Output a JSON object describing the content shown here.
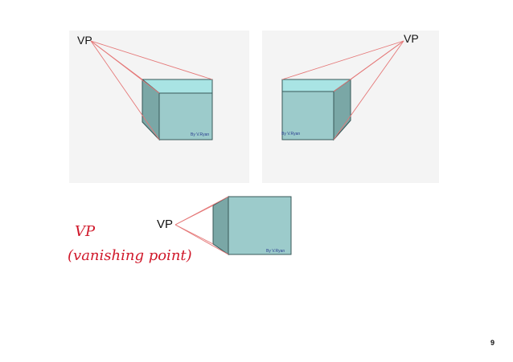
{
  "diagram_top_left": {
    "vp_label": "VP",
    "credit": "By V.Ryan"
  },
  "diagram_top_right": {
    "vp_label": "VP",
    "credit": "By V.Ryan"
  },
  "diagram_bottom": {
    "vp_label": "VP",
    "credit": "By V.Ryan"
  },
  "handwritten_note": {
    "line1": "VP",
    "line2": "(vanishing point)"
  },
  "page_number": "9",
  "colors": {
    "face_front": "#9ccbcb",
    "face_top": "#a9e4e4",
    "face_side": "#7aa7a6",
    "edge": "#375757",
    "projection_line": "#e57878",
    "handwriting": "#d0182a"
  }
}
